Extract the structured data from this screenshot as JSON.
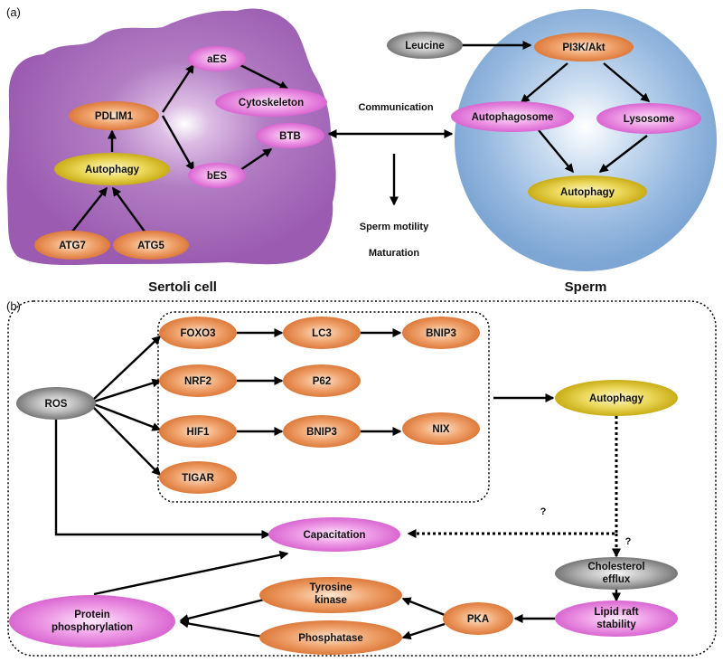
{
  "panel_a": {
    "letter": "(a)",
    "sertoli": {
      "title": "Sertoli cell",
      "atg7": "ATG7",
      "atg5": "ATG5",
      "autophagy": "Autophagy",
      "pdlim1": "PDLIM1",
      "aes": "aES",
      "bes": "bES",
      "cytoskeleton": "Cytoskeleton",
      "btb": "BTB"
    },
    "middle": {
      "communication": "Communication",
      "sperm_motility": "Sperm motility",
      "maturation": "Maturation"
    },
    "sperm": {
      "title": "Sperm",
      "leucine": "Leucine",
      "pi3k_akt": "PI3K/Akt",
      "autophagosome": "Autophagosome",
      "lysosome": "Lysosome",
      "autophagy": "Autophagy"
    }
  },
  "panel_b": {
    "letter": "(b)",
    "ros": "ROS",
    "foxo3": "FOXO3",
    "lc3": "LC3",
    "bnip3_top": "BNIP3",
    "nrf2": "NRF2",
    "p62": "P62",
    "hif1": "HIF1",
    "bnip3_mid": "BNIP3",
    "nix": "NIX",
    "tigar": "TIGAR",
    "autophagy": "Autophagy",
    "capacitation": "Capacitation",
    "question_1": "?",
    "question_2": "?",
    "cholesterol_l1": "Cholesterol",
    "cholesterol_l2": "efflux",
    "lipid_l1": "Lipid raft",
    "lipid_l2": "stability",
    "pka": "PKA",
    "tyrosine_l1": "Tyrosine",
    "tyrosine_l2": "kinase",
    "phosphatase": "Phosphatase",
    "protein_l1": "Protein",
    "protein_l2": "phosphorylation"
  },
  "colors": {
    "orange_node": "#e8894a",
    "pink_node": "#e070d8",
    "yellow_node": "#d8c024",
    "grey_node": "#8a8a8a",
    "sertoli_fill": "#a868b8",
    "sperm_fill": "#8fb3dc"
  }
}
